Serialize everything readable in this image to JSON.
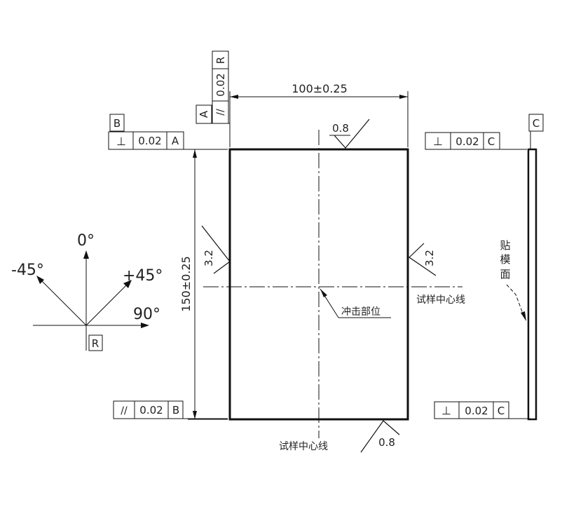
{
  "dimensions": {
    "width": "100±0.25",
    "height": "150±0.25"
  },
  "roughness": {
    "top": "0.8",
    "bottom": "0.8",
    "left": "3.2",
    "right": "3.2"
  },
  "datums": {
    "b": "B",
    "a": "A",
    "c": "C",
    "r": "R"
  },
  "tolerances": {
    "top_vertical": {
      "symbol": "//",
      "value": "0.02",
      "ref": "R"
    },
    "top_left": {
      "symbol": "⊥",
      "value": "0.02",
      "ref": "A"
    },
    "top_right": {
      "symbol": "⊥",
      "value": "0.02",
      "ref": "C"
    },
    "bottom_left": {
      "symbol": "//",
      "value": "0.02",
      "ref": "B"
    },
    "bottom_right": {
      "symbol": "⊥",
      "value": "0.02",
      "ref": "C"
    }
  },
  "angles": {
    "zero": "0°",
    "minus45": "-45°",
    "plus45": "+45°",
    "ninety": "90°",
    "datum": "R"
  },
  "labels": {
    "specimen_centerline_right": "试样中心线",
    "specimen_centerline_bottom": "试样中心线",
    "impact_location": "冲击部位",
    "mounting_face": [
      "贴",
      "模",
      "面"
    ]
  }
}
